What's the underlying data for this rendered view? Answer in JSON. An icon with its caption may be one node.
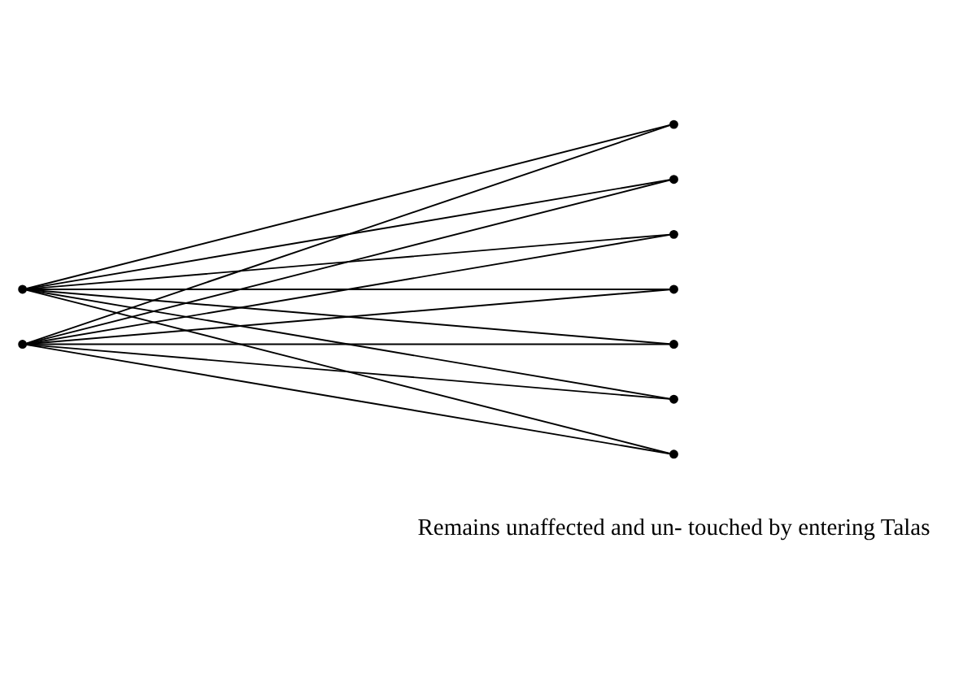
{
  "diagram": {
    "nodes": [
      {
        "text": [],
        "shape": "point"
      },
      {
        "text": [],
        "shape": "point"
      },
      {
        "text": [],
        "shape": "point"
      },
      {
        "text": [],
        "shape": "point"
      },
      {
        "text": [],
        "shape": "point"
      },
      {
        "text": [],
        "shape": "point"
      },
      {
        "text": [],
        "shape": "point"
      },
      {
        "text": [],
        "shape": "point"
      },
      {
        "text": [],
        "shape": "point"
      }
    ],
    "edges": [
      {
        "from": 0,
        "to": 2,
        "arrow": "none"
      },
      {
        "from": 0,
        "to": 3,
        "arrow": "none"
      },
      {
        "from": 0,
        "to": 4,
        "arrow": "none"
      },
      {
        "from": 0,
        "to": 5,
        "arrow": "none"
      },
      {
        "from": 0,
        "to": 6,
        "arrow": "none"
      },
      {
        "from": 0,
        "to": 7,
        "arrow": "none"
      },
      {
        "from": 0,
        "to": 8,
        "arrow": "none"
      },
      {
        "from": 1,
        "to": 2,
        "arrow": "none"
      },
      {
        "from": 1,
        "to": 3,
        "arrow": "none"
      },
      {
        "from": 1,
        "to": 4,
        "arrow": "none"
      },
      {
        "from": 1,
        "to": 5,
        "arrow": "none"
      },
      {
        "from": 1,
        "to": 6,
        "arrow": "none"
      },
      {
        "from": 1,
        "to": 7,
        "arrow": "none"
      },
      {
        "from": 1,
        "to": 8,
        "arrow": "none"
      }
    ],
    "labels": [
      "Remains unaffected and un- touched by entering Talas"
    ]
  }
}
